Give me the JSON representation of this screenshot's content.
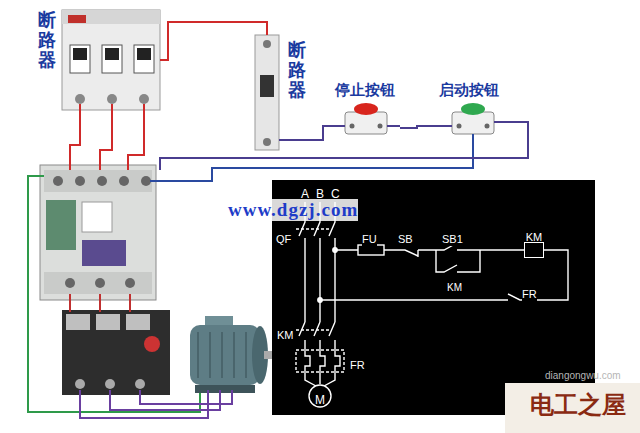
{
  "diagram": {
    "nodes": [
      {
        "text": [
          "断路器"
        ]
      },
      {
        "text": [
          "断路器"
        ]
      },
      {
        "text": [
          "停止按钮"
        ]
      },
      {
        "text": [
          "启动按钮"
        ]
      },
      {
        "text": [
          "KM"
        ]
      },
      {
        "text": [
          "M"
        ]
      }
    ],
    "edges": [
      {
        "from": 1,
        "to": 2,
        "arrow": "none"
      },
      {
        "from": 2,
        "to": 3,
        "arrow": "none"
      }
    ],
    "labels": [
      "A",
      "B",
      "C",
      "QF",
      "FU",
      "SB",
      "SB1",
      "KM",
      "FR",
      "KM",
      "FR",
      "www.dgzj.com",
      "电工之屋",
      "diangongwu.com"
    ]
  }
}
